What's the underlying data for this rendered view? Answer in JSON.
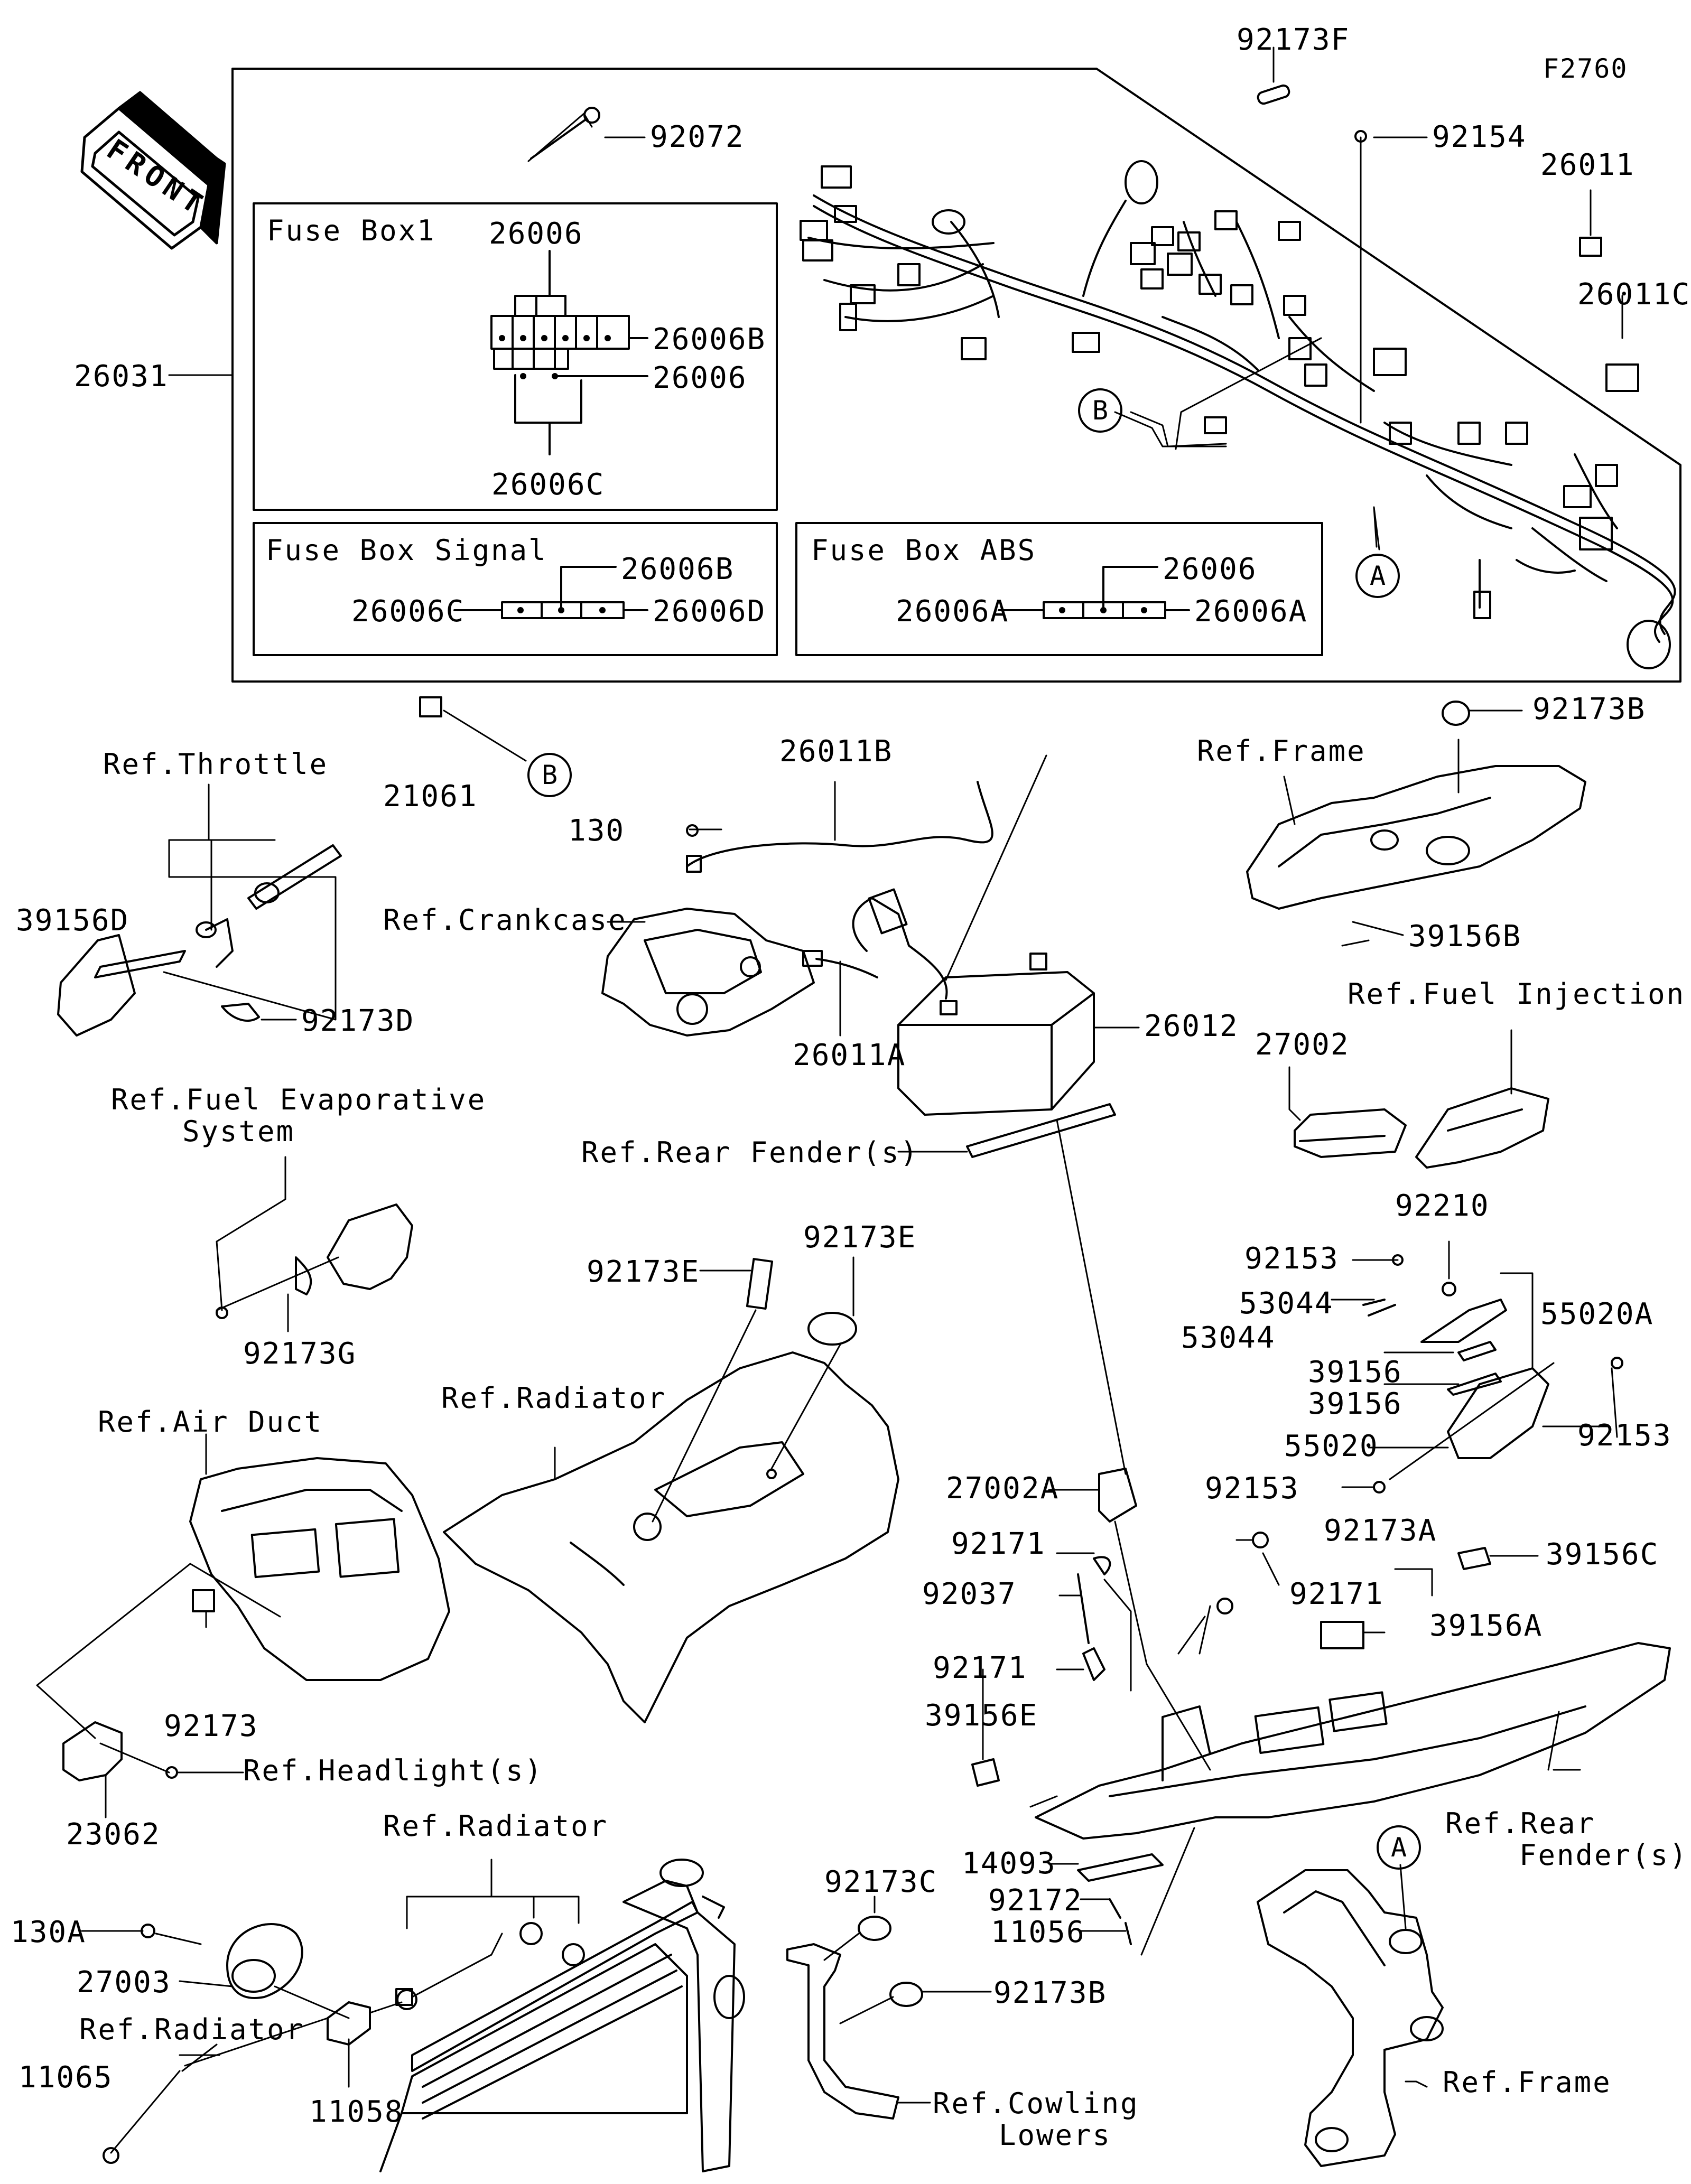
{
  "figure_code": "F2760",
  "front_label": "FRONT",
  "boxes": {
    "fuse_box1": "Fuse Box1",
    "fuse_box_signal": "Fuse Box Signal",
    "fuse_box_abs": "Fuse Box ABS"
  },
  "callouts": {
    "a": "A",
    "b": "B"
  },
  "parts": {
    "p92173F": "92173F",
    "p92072": "92072",
    "p92154": "92154",
    "p26011": "26011",
    "p26011C": "26011C",
    "p26006_top": "26006",
    "p26006B_box1": "26006B",
    "p26006_box1": "26006",
    "p26006C_box1": "26006C",
    "p26031": "26031",
    "p26006B_sig": "26006B",
    "p26006C_sig": "26006C",
    "p26006D_sig": "26006D",
    "p26006_abs": "26006",
    "p26006A_abs_l": "26006A",
    "p26006A_abs_r": "26006A",
    "p21061": "21061",
    "p26011B": "26011B",
    "p92173B_top": "92173B",
    "p130": "130",
    "p39156D": "39156D",
    "p92173D": "92173D",
    "p26012": "26012",
    "p26011A": "26011A",
    "p39156B": "39156B",
    "p27002": "27002",
    "p92210": "92210",
    "p92153_a": "92153",
    "p53044_a": "53044",
    "p55020A": "55020A",
    "p53044_b": "53044",
    "p39156_a": "39156",
    "p39156_b": "39156",
    "p92153_b": "92153",
    "p55020": "55020",
    "p92153_c": "92153",
    "p92173G": "92173G",
    "p92173E_l": "92173E",
    "p92173E_r": "92173E",
    "p27002A": "27002A",
    "p92173A": "92173A",
    "p92171_a": "92171",
    "p39156C": "39156C",
    "p92037": "92037",
    "p92171_b": "92171",
    "p39156A": "39156A",
    "p92171_c": "92171",
    "p92173": "92173",
    "p39156E": "39156E",
    "p23062": "23062",
    "p14093": "14093",
    "p92173C": "92173C",
    "p92172": "92172",
    "p11056": "11056",
    "p130A": "130A",
    "p27003": "27003",
    "p92173B_bot": "92173B",
    "p11065": "11065",
    "p11058": "11058"
  },
  "refs": {
    "throttle": "Ref.Throttle",
    "crankcase": "Ref.Crankcase",
    "frame_top": "Ref.Frame",
    "fuel_injection": "Ref.Fuel Injection",
    "fuel_evap_1": "Ref.Fuel Evaporative",
    "fuel_evap_2": "System",
    "rear_fender": "Ref.Rear Fender(s)",
    "radiator_mid": "Ref.Radiator",
    "air_duct": "Ref.Air Duct",
    "headlight": "Ref.Headlight(s)",
    "rear_fender2_1": "Ref.Rear",
    "rear_fender2_2": "Fender(s)",
    "radiator_bot": "Ref.Radiator",
    "radiator_left": "Ref.Radiator",
    "cowling_1": "Ref.Cowling",
    "cowling_2": "Lowers",
    "frame_bot": "Ref.Frame"
  }
}
